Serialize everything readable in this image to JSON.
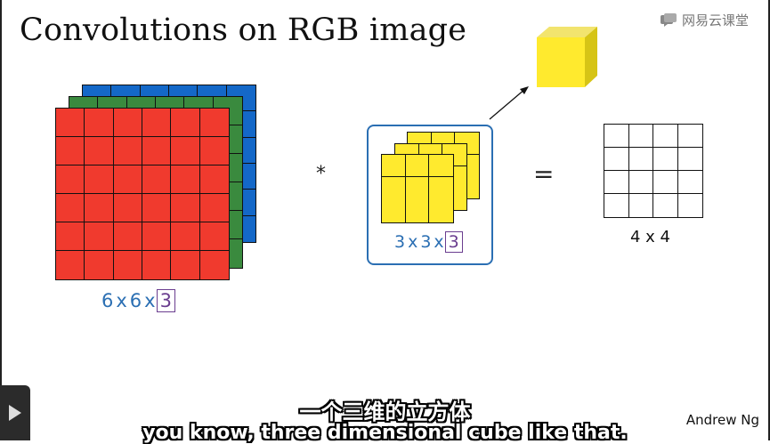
{
  "slide": {
    "title": "Convolutions on RGB image",
    "logo_text": "网易云课堂",
    "input_label": "6x6x",
    "input_channels": "3",
    "filter_label": "3x3x",
    "filter_channels": "3",
    "multiply_symbol": "*",
    "equals_symbol": "=",
    "output_label": "4 x 4",
    "author": "Andrew Ng",
    "colors": {
      "red": "#f03a2e",
      "green": "#3a8a3e",
      "blue": "#1468c8",
      "yellow": "#ffea2e",
      "ink_blue": "#2b6fb3",
      "ink_purple": "#6a3d8f"
    }
  },
  "subtitles": {
    "chinese": "一个三维的立方体",
    "english": "you know, three dimensional cube like that."
  },
  "player": {
    "play_icon": "play-icon"
  }
}
